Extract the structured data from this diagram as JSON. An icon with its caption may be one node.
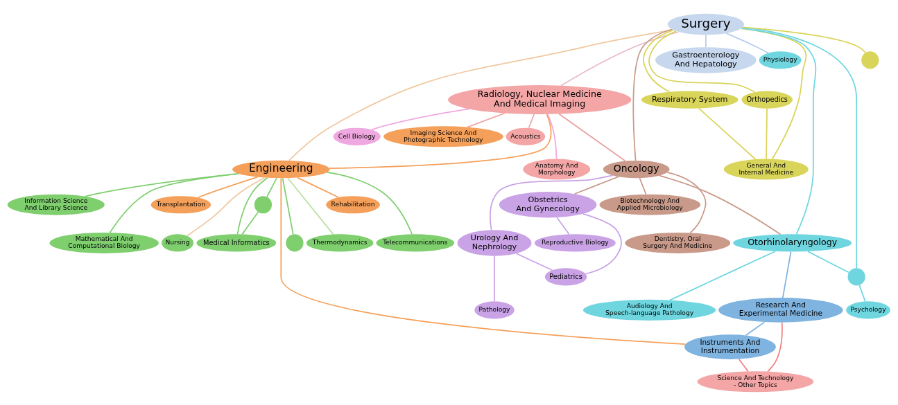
{
  "diagram": {
    "nodes": [
      {
        "text": [
          "Acoustics"
        ]
      },
      {
        "text": [
          "Anatomy And Morphology"
        ]
      },
      {
        "text": [
          "Radiology, Nuclear Medicine And Medical Imaging"
        ]
      },
      {
        "text": [
          "Cell Biology"
        ]
      },
      {
        "text": [
          "Thermodynamics"
        ]
      },
      {
        "text": [
          "Imaging Science And Photographic Technology"
        ]
      },
      {
        "text": [
          "Rehabilitation"
        ]
      },
      {
        "text": [
          "Telecommunications"
        ]
      },
      {
        "text": [
          "Information Science And Library Science"
        ]
      },
      {
        "text": [
          "Engineering"
        ]
      },
      {
        "text": [
          "Mathematical And Computational Biology"
        ]
      },
      {
        "text": [
          "Transplantation"
        ]
      },
      {
        "text": [
          "Psychology"
        ]
      },
      {
        "text": [
          "Orthopedics"
        ]
      },
      {
        "text": [
          "General And Internal Medicine"
        ]
      },
      {
        "text": [
          "Respiratory System"
        ]
      },
      {
        "text": [
          "Gastroenterology And Hepatology"
        ]
      },
      {
        "text": [
          "Surgery"
        ]
      },
      {
        "text": [
          "Physiology"
        ]
      },
      {
        "text": [
          "Nursing"
        ]
      },
      {
        "text": [
          "Medical Informatics"
        ]
      },
      {
        "text": [
          "Audiology And Speech-language Pathology"
        ]
      },
      {
        "text": [
          "Otorhinolaryngology"
        ]
      },
      {
        "text": [
          "Oncology"
        ]
      },
      {
        "text": [
          "Dentistry, Oral Surgery And Medicine"
        ]
      },
      {
        "text": [
          "Research And Experimental Medicine"
        ]
      },
      {
        "text": [
          "Instruments And Instrumentation"
        ]
      },
      {
        "text": [
          "Urology And Nephrology"
        ]
      },
      {
        "text": [
          "Biotechnology And Applied Microbiology"
        ]
      },
      {
        "text": [
          "Pediatrics"
        ]
      },
      {
        "text": [
          "Science And Technology - Other Topics"
        ]
      },
      {
        "text": [
          "Pathology"
        ]
      },
      {
        "text": [
          "Obstetrics And Gynecology"
        ]
      },
      {
        "text": [
          "Reproductive Biology"
        ]
      },
      {
        "text": [],
        "shape": "circle"
      },
      {
        "text": [],
        "shape": "circle"
      },
      {
        "text": [],
        "shape": "circle"
      },
      {
        "text": [],
        "shape": "circle"
      }
    ],
    "edges": [
      {
        "from": 17,
        "to": 16,
        "arrow": "none",
        "color": "#b7cdee"
      },
      {
        "from": 17,
        "to": 15,
        "arrow": "none",
        "color": "#d9d45a"
      },
      {
        "from": 17,
        "to": 35,
        "arrow": "none",
        "color": "#d9d45a"
      },
      {
        "from": 17,
        "to": 34,
        "arrow": "none",
        "color": "#6fd6e0"
      },
      {
        "from": 17,
        "to": 23,
        "arrow": "none",
        "color": "#c99a8a"
      },
      {
        "from": 17,
        "to": 2,
        "arrow": "none",
        "color": "#e9b8c8"
      },
      {
        "from": 17,
        "to": 9,
        "arrow": "none",
        "color": "#f0c8a0"
      },
      {
        "from": 17,
        "to": 13,
        "arrow": "none",
        "color": "#d9d45a"
      },
      {
        "from": 17,
        "to": 14,
        "arrow": "none",
        "color": "#d9d45a"
      },
      {
        "from": 17,
        "to": 22,
        "arrow": "none",
        "color": "#6fd6e0"
      },
      {
        "from": 17,
        "to": 18,
        "arrow": "none",
        "color": "#b7cdee"
      },
      {
        "from": 2,
        "to": 9,
        "arrow": "none",
        "color": "#f5a05a"
      },
      {
        "from": 2,
        "to": 0,
        "arrow": "none",
        "color": "#f4a6a6"
      },
      {
        "from": 2,
        "to": 1,
        "arrow": "none",
        "color": "#f0a8e0"
      },
      {
        "from": 2,
        "to": 3,
        "arrow": "none",
        "color": "#f0a8e0"
      },
      {
        "from": 2,
        "to": 23,
        "arrow": "none",
        "color": "#e8a0a0"
      },
      {
        "from": 2,
        "to": 5,
        "arrow": "none",
        "color": "#f4a6a6"
      },
      {
        "from": 9,
        "to": 4,
        "arrow": "none",
        "color": "#b8e0a0"
      },
      {
        "from": 9,
        "to": 6,
        "arrow": "none",
        "color": "#f5a05a"
      },
      {
        "from": 9,
        "to": 7,
        "arrow": "none",
        "color": "#7fcf6f"
      },
      {
        "from": 9,
        "to": 8,
        "arrow": "none",
        "color": "#7fcf6f"
      },
      {
        "from": 9,
        "to": 10,
        "arrow": "none",
        "color": "#7fcf6f"
      },
      {
        "from": 9,
        "to": 26,
        "arrow": "none",
        "color": "#f5a05a"
      },
      {
        "from": 9,
        "to": 20,
        "arrow": "none",
        "color": "#7fcf6f"
      },
      {
        "from": 9,
        "to": 36,
        "arrow": "none",
        "color": "#7fcf6f"
      },
      {
        "from": 9,
        "to": 37,
        "arrow": "none",
        "color": "#7fcf6f"
      },
      {
        "from": 9,
        "to": 11,
        "arrow": "none",
        "color": "#f5a05a"
      },
      {
        "from": 9,
        "to": 19,
        "arrow": "none",
        "color": "#f0c8a0"
      },
      {
        "from": 36,
        "to": 20,
        "arrow": "none",
        "color": "#7fcf6f"
      },
      {
        "from": 22,
        "to": 25,
        "arrow": "none",
        "color": "#7fb3e0"
      },
      {
        "from": 22,
        "to": 34,
        "arrow": "none",
        "color": "#6fd6e0"
      },
      {
        "from": 22,
        "to": 21,
        "arrow": "none",
        "color": "#6fd6e0"
      },
      {
        "from": 25,
        "to": 26,
        "arrow": "none",
        "color": "#7fb3e0"
      },
      {
        "from": 25,
        "to": 30,
        "arrow": "none",
        "color": "#f08080"
      },
      {
        "from": 26,
        "to": 30,
        "arrow": "none",
        "color": "#f08080"
      },
      {
        "from": 23,
        "to": 24,
        "arrow": "none",
        "color": "#c99a8a"
      },
      {
        "from": 23,
        "to": 28,
        "arrow": "none",
        "color": "#c99a8a"
      },
      {
        "from": 23,
        "to": 27,
        "arrow": "none",
        "color": "#c9a3e6"
      },
      {
        "from": 23,
        "to": 32,
        "arrow": "none",
        "color": "#c99a8a"
      },
      {
        "from": 23,
        "to": 22,
        "arrow": "none",
        "color": "#c99a8a"
      },
      {
        "from": 27,
        "to": 29,
        "arrow": "none",
        "color": "#c9a3e6"
      },
      {
        "from": 27,
        "to": 31,
        "arrow": "none",
        "color": "#c9a3e6"
      },
      {
        "from": 32,
        "to": 33,
        "arrow": "none",
        "color": "#c9a3e6"
      },
      {
        "from": 32,
        "to": 29,
        "arrow": "none",
        "color": "#c9a3e6"
      },
      {
        "from": 15,
        "to": 14,
        "arrow": "none",
        "color": "#d9d45a"
      },
      {
        "from": 13,
        "to": 14,
        "arrow": "none",
        "color": "#d9d45a"
      },
      {
        "from": 34,
        "to": 12,
        "arrow": "none",
        "color": "#6fd6e0"
      }
    ]
  }
}
